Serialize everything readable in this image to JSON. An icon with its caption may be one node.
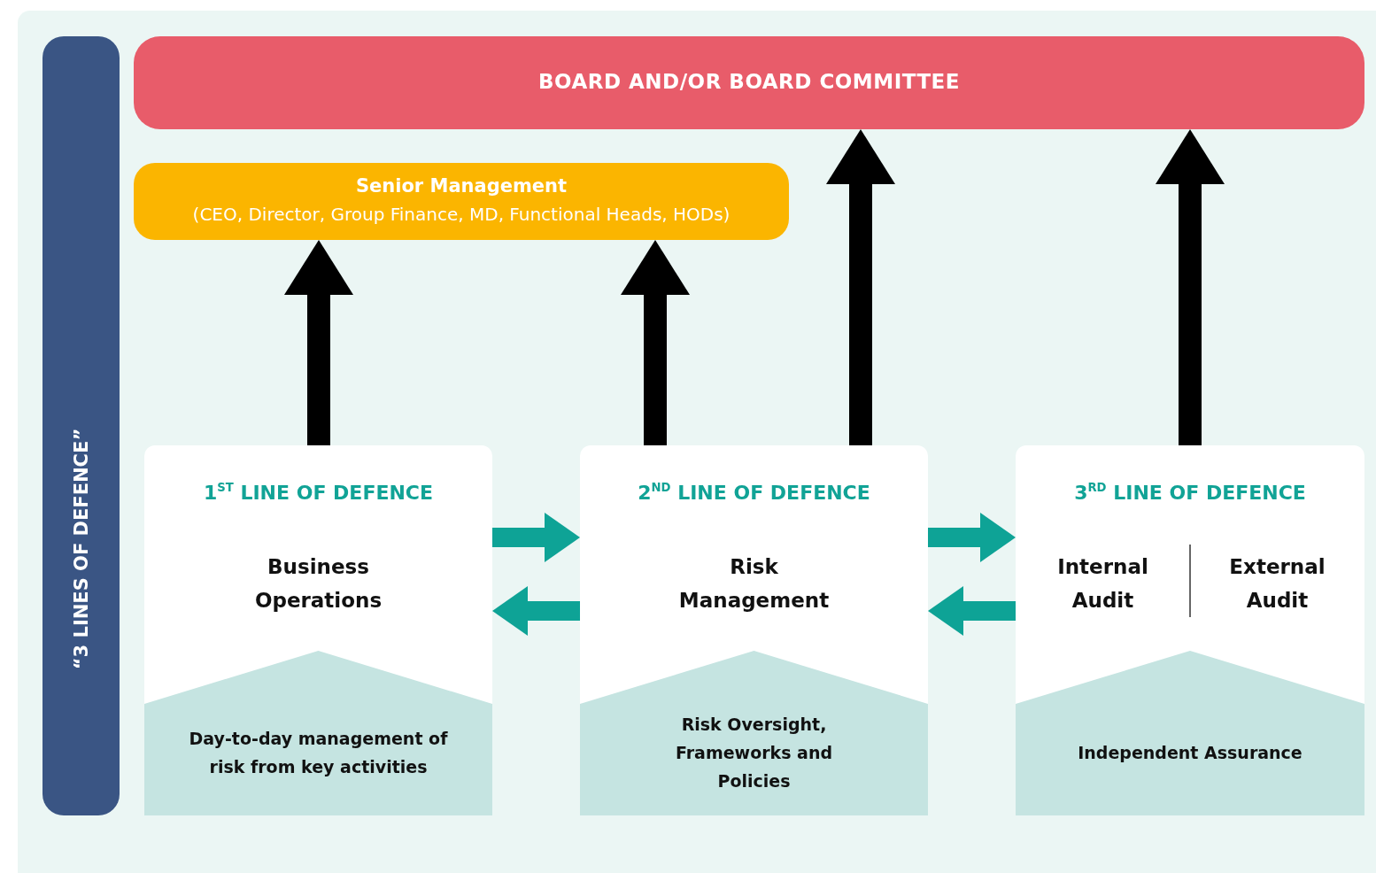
{
  "diagram": {
    "nodes": [
      {
        "text": [
          "“3 LINES OF DEFENCE”"
        ]
      },
      {
        "text": [
          "BOARD AND/OR BOARD COMMITTEE"
        ]
      },
      {
        "text": [
          "Senior Management",
          "(CEO, Director, Group Finance, MD, Functional Heads, HODs)"
        ]
      },
      {
        "text": [
          "1$^{ST}$ LINE OF DEFENCE",
          "Business Operations",
          "Day-to-day management of risk from key activities"
        ]
      },
      {
        "text": [
          "2$^{ND}$ LINE OF DEFENCE",
          "Risk Management",
          "Risk Oversight, Frameworks and Policies"
        ]
      },
      {
        "text": [
          "3$^{RD}$ LINE OF DEFENCE",
          "Internal Audit",
          "External Audit",
          "Independent Assurance"
        ]
      }
    ],
    "edges": [
      {
        "from": 3,
        "to": 2,
        "arrow": "to"
      },
      {
        "from": 4,
        "to": 2,
        "arrow": "to"
      },
      {
        "from": 4,
        "to": 1,
        "arrow": "to"
      },
      {
        "from": 5,
        "to": 1,
        "arrow": "to"
      },
      {
        "from": 3,
        "to": 4,
        "arrow": "to",
        "color": "#0ea396"
      },
      {
        "from": 4,
        "to": 3,
        "arrow": "to",
        "color": "#0ea396"
      },
      {
        "from": 4,
        "to": 5,
        "arrow": "to",
        "color": "#0ea396"
      },
      {
        "from": 5,
        "to": 4,
        "arrow": "to",
        "color": "#0ea396"
      }
    ]
  }
}
